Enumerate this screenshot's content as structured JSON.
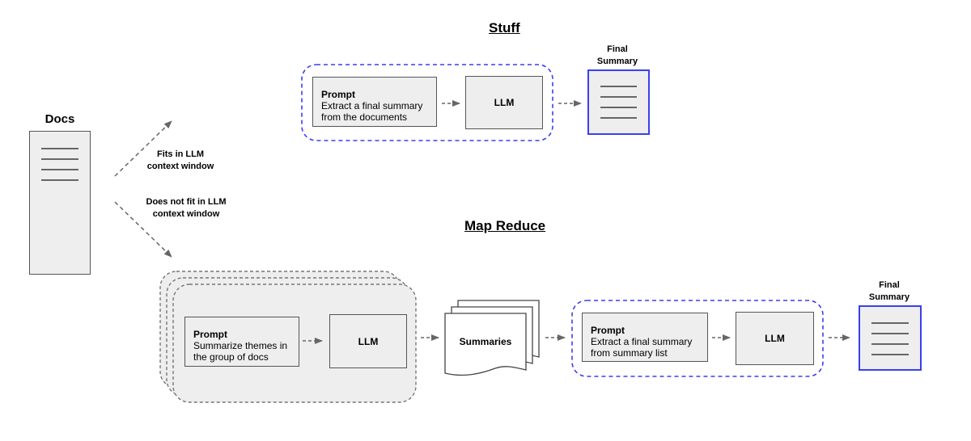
{
  "docs": {
    "title": "Docs"
  },
  "branches": {
    "fits": "Fits in LLM\ncontext window",
    "not_fits": "Does not fit in LLM\ncontext window"
  },
  "stuff": {
    "heading": "Stuff",
    "prompt_title": "Prompt",
    "prompt_text": "Extract a final summary\nfrom the documents",
    "llm": "LLM",
    "final_title": "Final\nSummary"
  },
  "map_reduce": {
    "heading": "Map Reduce",
    "map_prompt_title": "Prompt",
    "map_prompt_text": "Summarize themes in\nthe group of docs",
    "map_llm": "LLM",
    "summaries": "Summaries",
    "reduce_prompt_title": "Prompt",
    "reduce_prompt_text": "Extract a final summary\nfrom summary list",
    "reduce_llm": "LLM",
    "final_title": "Final\nSummary"
  },
  "colors": {
    "accent_blue": "#3a3ff0",
    "box_fill": "#eeeeee",
    "box_border": "#555555",
    "arrow": "#666666"
  }
}
